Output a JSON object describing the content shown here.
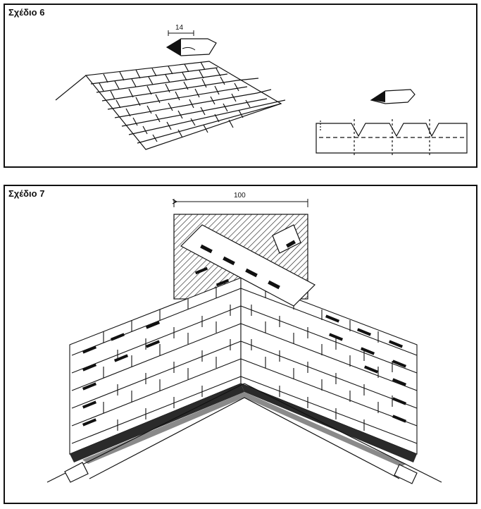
{
  "figure6": {
    "label": "Σχέδιο 6",
    "dimension": "14"
  },
  "figure7": {
    "label": "Σχέδιο 7",
    "dimension": "100"
  },
  "colors": {
    "ink": "#111111",
    "paper": "#ffffff",
    "shade": "#8a8a8a",
    "dark": "#2a2a2a"
  }
}
